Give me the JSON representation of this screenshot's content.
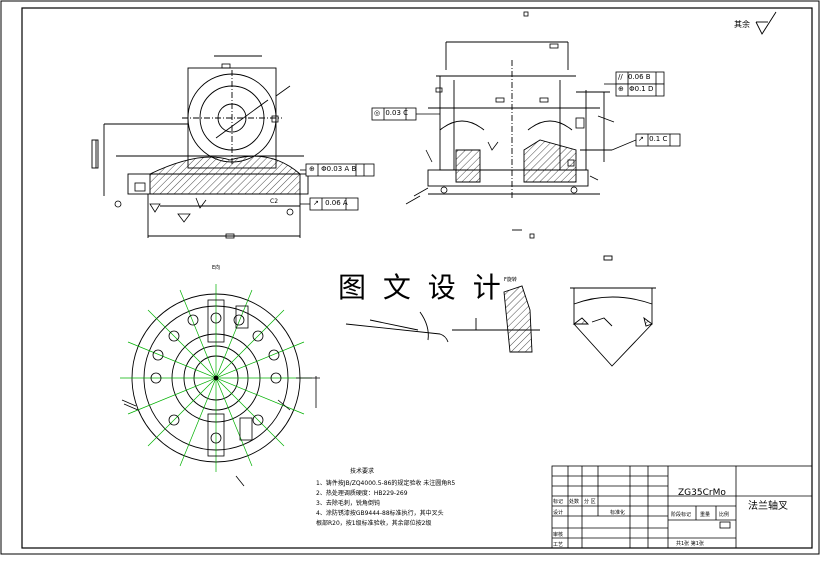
{
  "drawing": {
    "watermark": "图 文 设 计",
    "surface_roughness_label": "其余",
    "view_labels": {
      "bottom_view": "E向",
      "section_view": "F旋转"
    },
    "tolerances": [
      {
        "symbol": "⊕",
        "text": "Φ0.03 A B"
      },
      {
        "symbol": "↗",
        "text": "0.06 A"
      },
      {
        "symbol": "◎",
        "text": "0.03 C"
      },
      {
        "symbol": "//",
        "text": "0.06 B"
      },
      {
        "symbol": "⊕",
        "text": "Φ0.1 D"
      },
      {
        "symbol": "↗",
        "text": "0.1 C"
      }
    ],
    "dimension_labels": {
      "c2": "C2"
    }
  },
  "technical_requirements": {
    "title": "技术要求",
    "items": [
      "1、铸件按JB/ZQ4000.5-86的规定验收 未注圆角R5",
      "2、热处理调质硬度：HB229-269",
      "3、去除毛刺，锐角倒钝",
      "4、涂防锈漆按GB9444-88标准执行，其中叉头",
      "   根部R20，按1级标准验收，其余部位按2级"
    ]
  },
  "title_block": {
    "material": "ZG35CrMo",
    "part_name": "法兰轴叉",
    "labels": {
      "mark": "标记",
      "count": "处数",
      "zone": "分 区",
      "design": "设计",
      "standardize": "标准化",
      "stage_mark": "阶段标记",
      "weight": "重量",
      "scale": "比例",
      "review": "审核",
      "process": "工艺"
    },
    "sheet_info": "共1张  第1张"
  }
}
